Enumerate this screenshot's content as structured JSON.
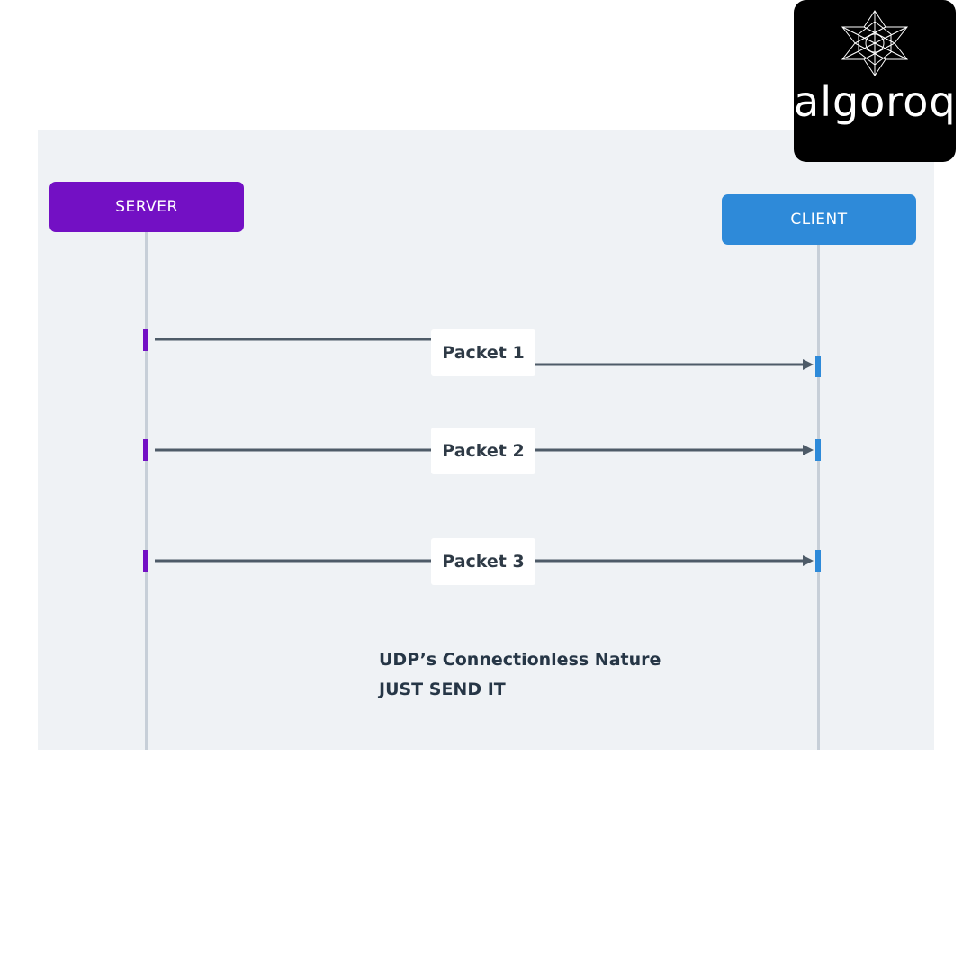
{
  "brand": {
    "logo_text": "algoroq"
  },
  "participants": {
    "server": "SERVER",
    "client": "CLIENT"
  },
  "messages": [
    {
      "label": "Packet 1",
      "from": "SERVER",
      "to": "CLIENT"
    },
    {
      "label": "Packet 2",
      "from": "SERVER",
      "to": "CLIENT"
    },
    {
      "label": "Packet 3",
      "from": "SERVER",
      "to": "CLIENT"
    }
  ],
  "caption": {
    "line1": "UDP’s Connectionless Nature",
    "line2": "JUST SEND IT"
  },
  "colors": {
    "server": "#7310c4",
    "client": "#2e8ad9",
    "arrow": "#4e5b68",
    "panel": "#eff2f5"
  }
}
